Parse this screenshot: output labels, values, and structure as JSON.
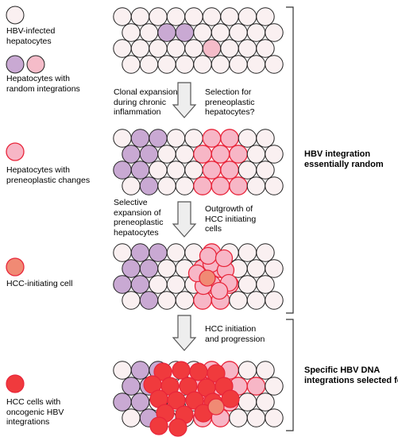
{
  "legend": {
    "hbv_infected": "HBV-infected\nhepatocytes",
    "random_integrations": "Hepatocytes with\nrandom integrations",
    "preneoplastic": "Hepatocytes with\npreneoplastic changes",
    "hcc_initiating": "HCC-initiating cell",
    "hcc_cells": "HCC cells with\noncogenic HBV\nintegrations"
  },
  "steps": {
    "step1_left": "Clonal expansion\nduring chronic\ninflammation",
    "step1_right": "Selection for\npreneoplastic\nhepatocytes?",
    "step2_left": "Selective\nexpansion of\npreneoplastic\nhepatocytes",
    "step2_right": "Outgrowth of\nHCC initiating\ncells",
    "step3_right": "HCC initiation\nand progression"
  },
  "brackets": {
    "upper_label": "HBV integration\nessentially random",
    "lower_label": "Specific HBV DNA\nintegrations selected for"
  },
  "colors": {
    "hbv_fill": "#faf0f1",
    "random_fill": "#c9a9d3",
    "random_alt_fill": "#f5bcc9",
    "preneo_fill": "#f7b6c6",
    "preneo_stroke": "#e8253a",
    "initiating_fill": "#f08a74",
    "hcc_fill": "#f03a3d",
    "cell_stroke": "#222222",
    "arrow_fill": "#eeeeee"
  }
}
